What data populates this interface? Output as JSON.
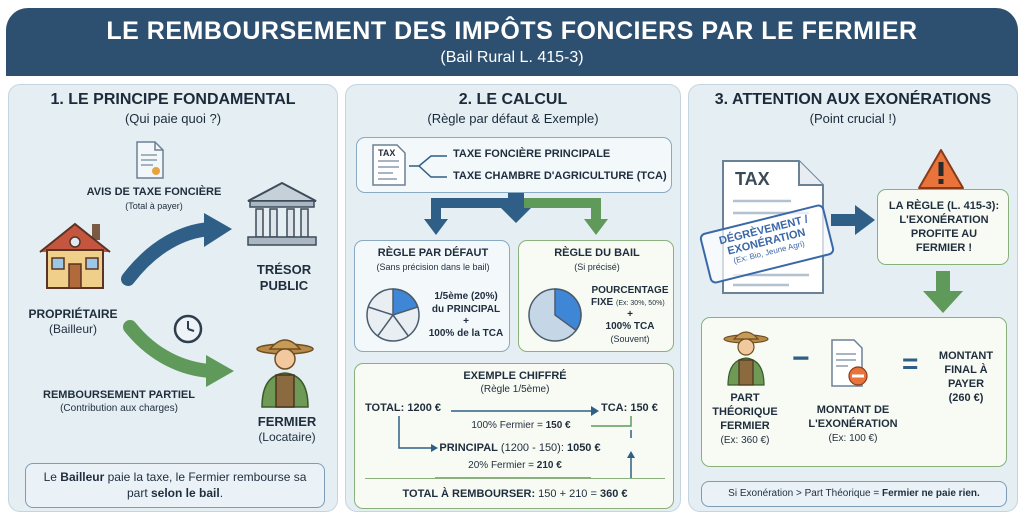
{
  "header": {
    "title": "LE REMBOURSEMENT DES IMPÔTS FONCIERS PAR LE FERMIER",
    "subtitle": "(Bail Rural L. 415-3)"
  },
  "panel1": {
    "title": "1. LE PRINCIPE FONDAMENTAL",
    "subtitle": "(Qui paie quoi ?)",
    "avis_title": "AVIS DE TAXE FONCIÈRE",
    "avis_sub": "(Total à payer)",
    "tresor_line1": "TRÉSOR",
    "tresor_line2": "PUBLIC",
    "proprietaire": "PROPRIÉTAIRE",
    "proprietaire_sub": "(Bailleur)",
    "remboursement": "REMBOURSEMENT PARTIEL",
    "remboursement_sub": "(Contribution aux charges)",
    "fermier": "FERMIER",
    "fermier_sub": "(Locataire)",
    "note_part1": "Le ",
    "note_bold1": "Bailleur",
    "note_part2": " paie la taxe, le Fermier rembourse sa part ",
    "note_bold2": "selon le bail",
    "note_end": "."
  },
  "panel2": {
    "title": "2. LE CALCUL",
    "subtitle": "(Règle par défaut & Exemple)",
    "doc_label": "TAX",
    "tax_line1": "TAXE FONCIÈRE PRINCIPALE",
    "tax_line2": "TAXE CHAMBRE D'AGRICULTURE (TCA)",
    "defaut_title": "RÈGLE PAR DÉFAUT",
    "defaut_sub": "(Sans précision dans le bail)",
    "defaut_l1": "1/5ème (20%)",
    "defaut_l2": "du PRINCIPAL",
    "defaut_plus": "+",
    "defaut_l3": "100% de la TCA",
    "bail_title": "RÈGLE DU BAIL",
    "bail_sub": "(Si précisé)",
    "bail_l1": "POURCENTAGE",
    "bail_l2": "FIXE",
    "bail_l2_small": "(Ex: 30%, 50%)",
    "bail_plus": "+",
    "bail_l3": "100% TCA",
    "bail_l4": "(Souvent)",
    "ex_title": "EXEMPLE CHIFFRÉ",
    "ex_sub": "(Règle 1/5ème)",
    "total": "TOTAL: 1200 €",
    "tca": "TCA: 150 €",
    "fermier_tca_pre": "100% Fermier = ",
    "fermier_tca_val": "150 €",
    "principal_pre": "PRINCIPAL",
    "principal_mid": " (1200 - 150): ",
    "principal_val": "1050 €",
    "fermier_pr_pre": "20% Fermier = ",
    "fermier_pr_val": "210 €",
    "total_remb_pre": "TOTAL À REMBOURSER:",
    "total_remb_mid": " 150 + 210 = ",
    "total_remb_val": "360 €"
  },
  "panel3": {
    "title": "3. ATTENTION AUX EXONÉRATIONS",
    "subtitle": "(Point crucial !)",
    "doc_label": "TAX",
    "stamp_l1": "DÉGRÈVEMENT /",
    "stamp_l2": "EXONÉRATION",
    "stamp_l3": "(Ex: Bio, Jeune Agri)",
    "regle_l1": "LA RÈGLE (L. 415-3):",
    "regle_l2": "L'EXONÉRATION",
    "regle_l3": "PROFITE AU",
    "regle_l4": "FERMIER !",
    "part_l1": "PART",
    "part_l2": "THÉORIQUE",
    "part_l3": "FERMIER",
    "part_ex": "(Ex: 360 €)",
    "minus": "−",
    "montant_l1": "MONTANT DE",
    "montant_l2": "L'EXONÉRATION",
    "montant_ex": "(Ex: 100 €)",
    "equals": "=",
    "final_l1": "MONTANT",
    "final_l2": "FINAL À",
    "final_l3": "PAYER",
    "final_l4": "(260 €)",
    "footer_pre": "Si Exonération > Part Théorique = ",
    "footer_bold": "Fermier ne paie rien."
  },
  "colors": {
    "header_bg": "#2e5070",
    "panel_bg": "#e4eef3",
    "arrow_blue": "#2f5f86",
    "arrow_green": "#5f9a5a",
    "pie_accent": "#3f86d6"
  }
}
